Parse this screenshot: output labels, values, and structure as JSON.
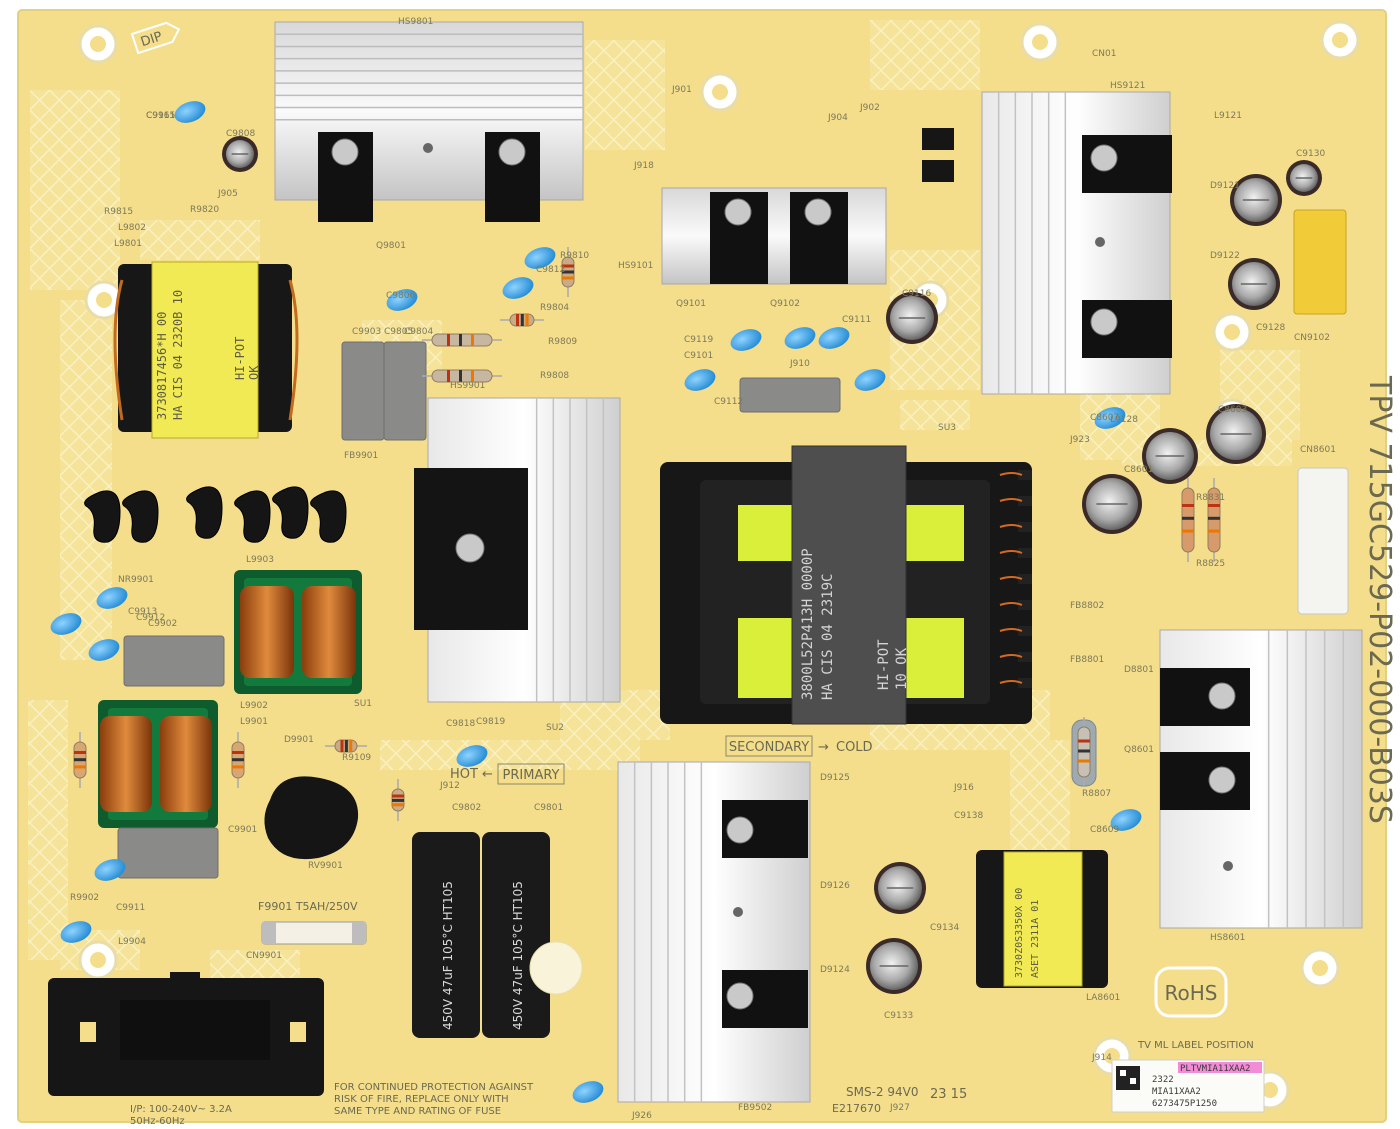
{
  "board": {
    "model_text": "TPV 715GC529-P02-000-B03S",
    "rohs_text": "RoHS",
    "secondary_label": "SECONDARY",
    "cold_label": "COLD",
    "hot_label": "HOT",
    "primary_label": "PRIMARY",
    "dip_label": "DIP",
    "fuse_label": "F9901 T5AH/250V",
    "input_rating_line1": "I/P: 100-240V~ 3.2A",
    "input_rating_line2": "50Hz-60Hz",
    "warning_line1": "FOR CONTINUED PROTECTION AGAINST",
    "warning_line2": "RISK OF FIRE, REPLACE ONLY WITH",
    "warning_line3": "SAME TYPE AND RATING OF FUSE",
    "ul_mark_text": "SMS-2 94V0",
    "ul_file_text": "E217670",
    "date_code": "23 15",
    "label_position_text": "TV ML LABEL POSITION"
  },
  "sticker": {
    "line1": "PLTVMIA11XAA2",
    "line2": "2322",
    "line3": "MIA11XAA2",
    "line4": "6273475P1250"
  },
  "transformers": {
    "main_left": {
      "line1": "3730817456*H 00",
      "line2": "HA CIS 04 2320B 10",
      "line3": "HI-POT",
      "line4": "OK"
    },
    "main_center": {
      "line1": "3800L52P413H 0000P",
      "line2": "HA CIS 04 2319C",
      "line3": "HI-POT",
      "line4": "10 OK"
    },
    "small_right": {
      "line1": "3730Z0S3350X 00",
      "line2": "ASET 2311A 01"
    }
  },
  "capacitors": {
    "bulk_left": "450V 47uF 105°C HT105",
    "bulk_right": "450V 47uF 105°C HT105"
  },
  "refdes": [
    "C9915",
    "C9808",
    "J905",
    "R9815",
    "R9820",
    "L9802",
    "L9801",
    "Q9801",
    "HS9801",
    "J901",
    "C9812",
    "R9810",
    "R9804",
    "R9809",
    "R9808",
    "C9806",
    "C9805",
    "C9804",
    "C9903",
    "HS9901",
    "J918",
    "HS9101",
    "Q9101",
    "Q9102",
    "C9101",
    "C9119",
    "C9111",
    "C9116",
    "J910",
    "C9112",
    "J904",
    "J902",
    "CN01",
    "HS9121",
    "L9121",
    "C9130",
    "D9121",
    "D9122",
    "C9128",
    "CN9102",
    "J923",
    "L9128",
    "C8603",
    "C8607",
    "C8601",
    "R8831",
    "R8825",
    "CN8601",
    "FB8802",
    "FB8801",
    "D8801",
    "Q8601",
    "C8609",
    "R8807",
    "HS8601",
    "LA8601",
    "FB9901",
    "NR9901",
    "L9903",
    "C9912",
    "C9913",
    "C9902",
    "L9902",
    "D9901",
    "R9109",
    "L9901",
    "C9901",
    "RV9901",
    "C9911",
    "L9904",
    "CN9901",
    "R9902",
    "C9802",
    "C9801",
    "J912",
    "C9818",
    "C9819",
    "SU1",
    "SU2",
    "SU3",
    "D9125",
    "D9126",
    "D9124",
    "C9133",
    "C9134",
    "C9138",
    "J916",
    "J914",
    "J927",
    "FB9502",
    "J926",
    "C9161"
  ]
}
